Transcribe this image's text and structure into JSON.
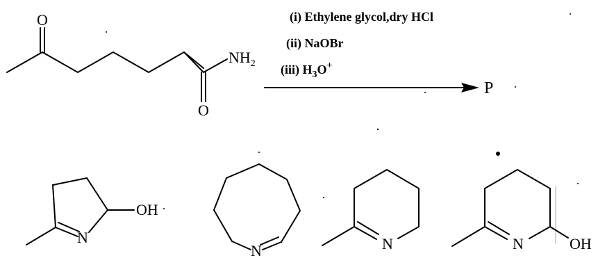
{
  "reaction": {
    "reactant_labels": {
      "ketone_o": "O",
      "amide_o": "O",
      "amide_n": "NH",
      "amide_n_sub": "2"
    },
    "conditions": {
      "step1": "(i) Ethylene glycol,dry HCl",
      "step2": "(ii) NaOBr",
      "step3_prefix": "(iii) H",
      "step3_sub": "3",
      "step3_mid": "O",
      "step3_sup": "+"
    },
    "product_label": "P"
  },
  "options": [
    {
      "n_label": "N",
      "oh_label": "OH"
    },
    {
      "n_label": "N"
    },
    {
      "n_label": "N"
    },
    {
      "n_label": "N",
      "oh_label": "OH"
    }
  ]
}
